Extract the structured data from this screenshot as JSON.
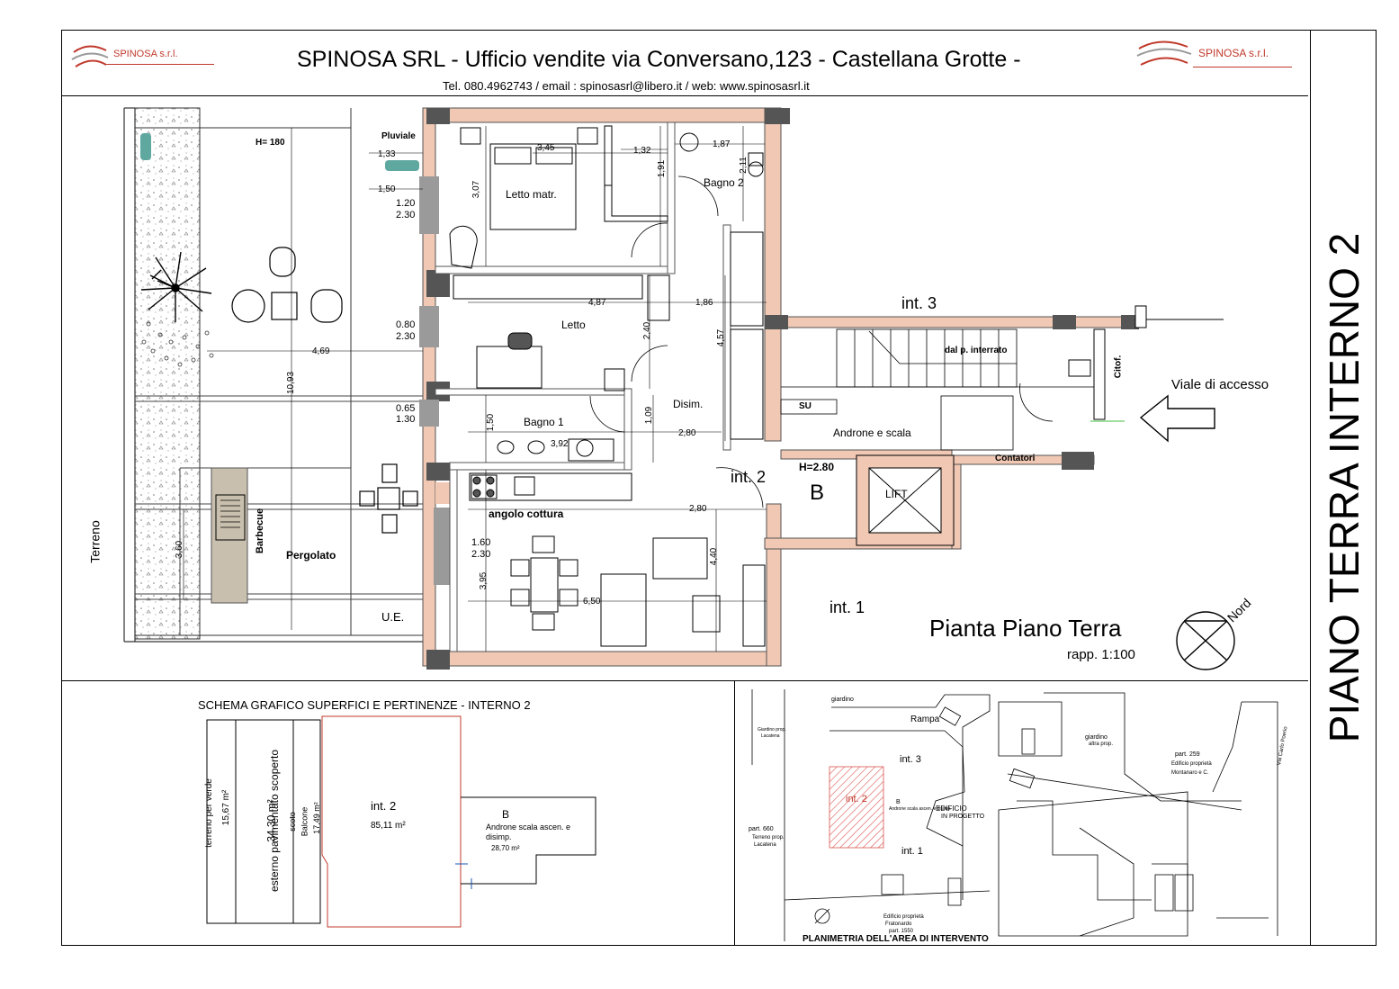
{
  "header": {
    "title": "SPINOSA SRL - Ufficio vendite via Conversano,123 - Castellana Grotte -",
    "contact": "Tel. 080.4962743  /  email : spinosasrl@libero.it  / web: www.spinosasrl.it",
    "logo_text": "SPINOSA s.r.l."
  },
  "vertical_title": "PIANO TERRA INTERNO 2",
  "plan": {
    "title": "Pianta Piano Terra",
    "scale": "rapp. 1:100",
    "north": "Nord",
    "rooms": {
      "letto_matr": "Letto matr.",
      "bagno2": "Bagno 2",
      "letto": "Letto",
      "bagno1": "Bagno 1",
      "disim": "Disim.",
      "angolo_cottura": "angolo cottura",
      "int2": "int. 2",
      "int3": "int. 3",
      "int1": "int. 1",
      "androne": "Androne e scala",
      "dal_interrato": "dal p. interrato",
      "lift": "LIFT",
      "b": "B",
      "h280": "H=2.80",
      "h180": "H= 180",
      "pluviale": "Pluviale",
      "su": "SU",
      "contatori": "Contatori",
      "citof": "Citof.",
      "viale": "Viale di accesso",
      "barbecue": "Barbecue",
      "pergolato": "Pergolato",
      "terreno": "Terreno",
      "ue": "U.E."
    },
    "dims": {
      "d345": "3,45",
      "d132": "1,32",
      "d187": "1,87",
      "d211": "2,11",
      "d191": "1,91",
      "d307": "3,07",
      "d133": "1,33",
      "d150a": "1,50",
      "w1_top": "1.20",
      "w1_bot": "2.30",
      "w2_top": "0.80",
      "w2_bot": "2.30",
      "w3_top": "0.65",
      "w3_bot": "1.30",
      "w4_top": "1.60",
      "w4_bot": "2.30",
      "d487": "4,87",
      "d186": "1,86",
      "d240": "2,40",
      "d457": "4,57",
      "d469": "4,69",
      "d1093": "10,93",
      "d150b": "1,50",
      "d392": "3,92",
      "d109": "1,09",
      "d280a": "2,80",
      "d280b": "2,80",
      "d360": "3,60",
      "d395": "3,95",
      "d650": "6,50",
      "d440": "4,40"
    }
  },
  "schema": {
    "title": "SCHEMA GRAFICO SUPERFICI E PERTINENZE - INTERNO 2",
    "verde": "terreno per verde",
    "verde_val": "15,67 m²",
    "esterno": "esterno pavimentato scoperto",
    "esterno_val": "34,30 m²",
    "balcone": "Balcone",
    "balcone_sub": "scoto",
    "balcone_val": "17,49 m²",
    "int2": "int. 2",
    "int2_val": "85,11 m²",
    "b": "B",
    "b_desc1": "Androne scala ascen. e",
    "b_desc2": "disimp.",
    "b_val": "28,70 m²"
  },
  "site": {
    "title": "PLANIMETRIA DELL'AREA DI INTERVENTO",
    "giardino": "giardino",
    "rampa": "Rampa",
    "int3": "int. 3",
    "int2": "int. 2",
    "int1": "int. 1",
    "b": "B",
    "b_desc": "Androne scala ascen. e disimp.",
    "edificio": "EDIFICIO",
    "in_progetto": "IN PROGETTO",
    "giardino2": "giardino",
    "altra_prop": "altra prop.",
    "part259": "part. 259",
    "edificio_prop": "Edificio proprietà",
    "montanaro": "Montanaro e C.",
    "via": "Via Carlo Poerio",
    "part660": "part. 660",
    "terreno_prop": "Terreno prop.",
    "lacatena": "Lacatena",
    "edificio_prop2": "Edificio proprietà",
    "fratonardo": "Fratonardo",
    "part1550": "part. 1550",
    "giardino_prop": "Giardino prop.",
    "lacatena2": "Lacatena"
  },
  "colors": {
    "accent_red": "#c0392b",
    "wall_pink": "#f0c8b4",
    "wall_dark": "#555555",
    "window_gray": "#9a9a9a",
    "plant_teal": "#5fa8a0",
    "barbecue_fill": "#c9bfae",
    "hatch_red": "#d9534f"
  }
}
